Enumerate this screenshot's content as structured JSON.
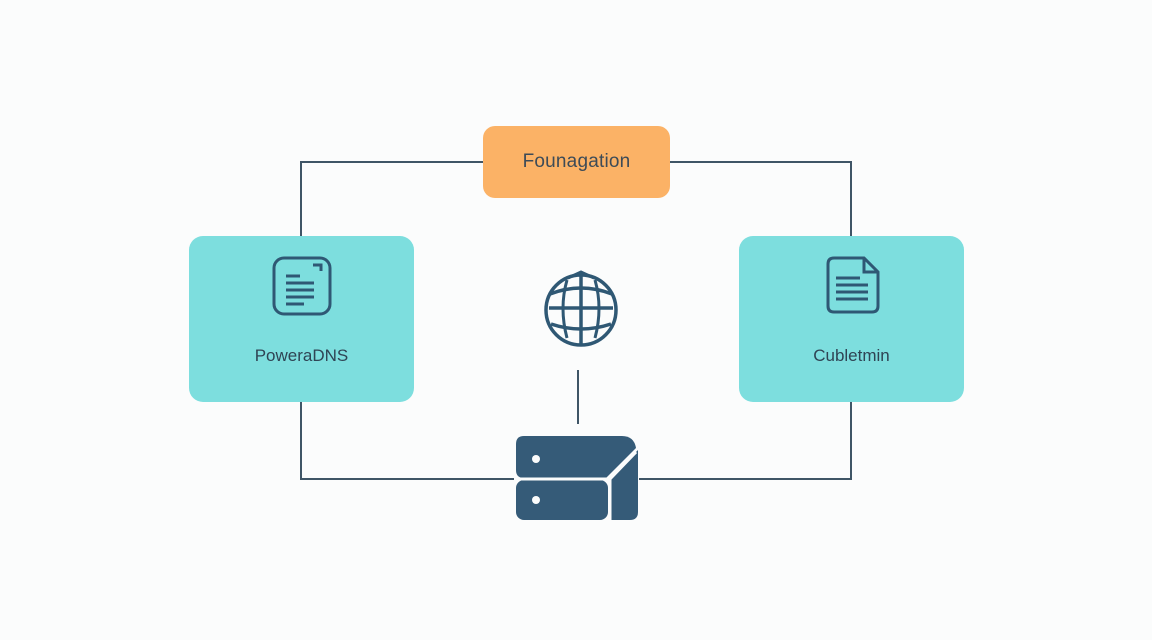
{
  "diagram": {
    "top_node": {
      "label": "Founagation",
      "color": "#fbb266",
      "text_color": "#3d4b57"
    },
    "left_node": {
      "label": "PoweraDNS",
      "icon": "document-icon",
      "color": "#7ddede"
    },
    "right_node": {
      "label": "Cubletmin",
      "icon": "document-icon",
      "color": "#7ddede"
    },
    "center_icon": {
      "icon": "globe-shield-icon",
      "color": "#2f5874"
    },
    "bottom_icon": {
      "icon": "server-icon",
      "color": "#355b78"
    },
    "line_color": "#3f5566"
  }
}
